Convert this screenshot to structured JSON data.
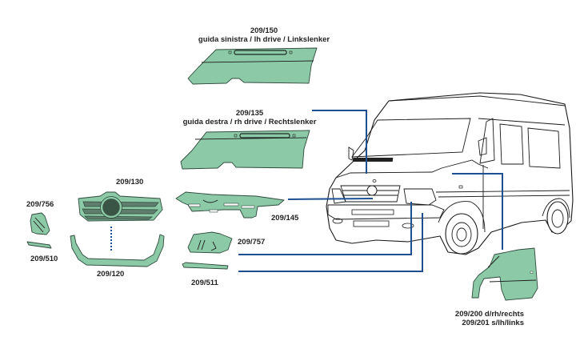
{
  "diagram": {
    "title": "Van front body parts catalog",
    "accent_color": "#1d4f91",
    "part_color": "#8cc9a6",
    "parts": [
      {
        "code": "209/150",
        "description": "guida sinistra / lh drive / Linkslenker",
        "name": "bonnet-lh-drive"
      },
      {
        "code": "209/135",
        "description": "guida destra / rh drive / Rechtslenker",
        "name": "bonnet-rh-drive"
      },
      {
        "code": "209/130",
        "name": "radiator-grille"
      },
      {
        "code": "209/756",
        "name": "headlamp-frame-small"
      },
      {
        "code": "209/510",
        "name": "lamp-trim-strip-small"
      },
      {
        "code": "209/120",
        "name": "grille-surround-trim"
      },
      {
        "code": "209/145",
        "name": "front-panel-carrier"
      },
      {
        "code": "209/757",
        "name": "headlamp-frame"
      },
      {
        "code": "209/511",
        "name": "lamp-trim-strip"
      },
      {
        "code": "209/200 d/rh/rechts",
        "code2": "209/201 s/lh/links",
        "name": "front-wing-fender"
      }
    ]
  }
}
